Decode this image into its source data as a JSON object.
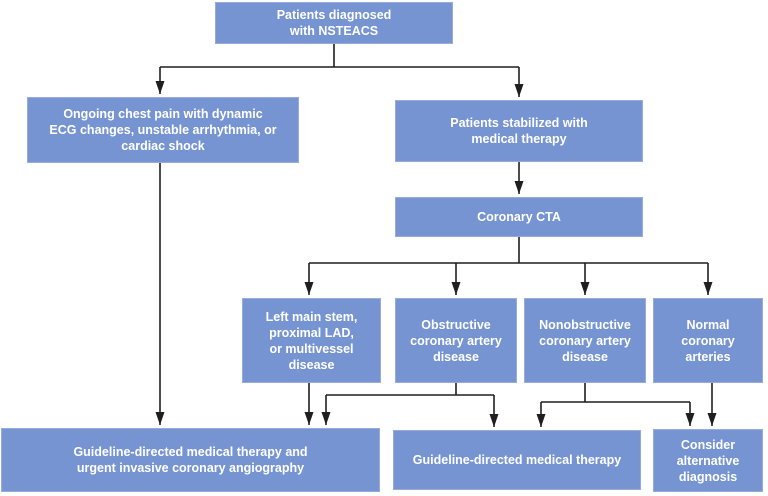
{
  "diagram": {
    "type": "flowchart",
    "background": "#ffffff",
    "colors": {
      "box_fill": "#7694d2",
      "box_border": "#97abdc",
      "box_text": "#ffffff",
      "arrow": "#1f1f1f"
    },
    "nodes": {
      "diagnosed": {
        "label": "Patients diagnosed\nwith NSTEACS"
      },
      "ongoing": {
        "label": "Ongoing chest pain with dynamic\nECG changes, unstable arrhythmia, or\ncardiac shock"
      },
      "stabilized": {
        "label": "Patients stabilized with\nmedical therapy"
      },
      "cta": {
        "label": "Coronary CTA"
      },
      "left_main": {
        "label": "Left main stem,\nproximal LAD,\nor multivessel\ndisease"
      },
      "obstructive": {
        "label": "Obstructive\ncoronary artery\ndisease"
      },
      "nonobstructive": {
        "label": "Nonobstructive\ncoronary artery\ndisease"
      },
      "normal": {
        "label": "Normal\ncoronary\narteries"
      },
      "gdmt_angio": {
        "label": "Guideline-directed medical therapy and\nurgent invasive coronary angiography"
      },
      "gdmt": {
        "label": "Guideline-directed medical therapy"
      },
      "alternative": {
        "label": "Consider\nalternative\ndiagnosis"
      }
    },
    "edges": [
      {
        "from": "diagnosed",
        "to": "ongoing"
      },
      {
        "from": "diagnosed",
        "to": "stabilized"
      },
      {
        "from": "stabilized",
        "to": "cta"
      },
      {
        "from": "cta",
        "to": "left_main"
      },
      {
        "from": "cta",
        "to": "obstructive"
      },
      {
        "from": "cta",
        "to": "nonobstructive"
      },
      {
        "from": "cta",
        "to": "normal"
      },
      {
        "from": "ongoing",
        "to": "gdmt_angio"
      },
      {
        "from": "left_main",
        "to": "gdmt_angio"
      },
      {
        "from": "obstructive",
        "to": "gdmt_angio"
      },
      {
        "from": "obstructive",
        "to": "gdmt"
      },
      {
        "from": "nonobstructive",
        "to": "gdmt"
      },
      {
        "from": "nonobstructive",
        "to": "alternative"
      },
      {
        "from": "normal",
        "to": "alternative"
      }
    ]
  }
}
